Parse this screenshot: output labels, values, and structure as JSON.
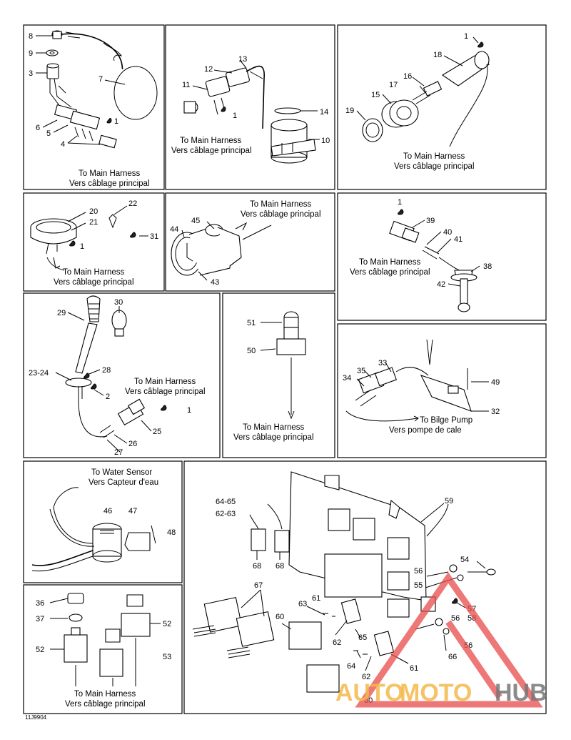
{
  "diagram_code": "11J9904",
  "captions": {
    "to_main_en": "To Main Harness",
    "to_main_fr": "Vers câblage principal",
    "to_bilge_en": "To Bilge Pump",
    "to_bilge_fr": "Vers pompe de cale",
    "to_water_en": "To Water Sensor",
    "to_water_fr": "Vers Capteur d'eau"
  },
  "part_numbers": {
    "p1": "1",
    "p2": "2",
    "p3": "3",
    "p4": "4",
    "p5": "5",
    "p6": "6",
    "p7": "7",
    "p8": "8",
    "p9": "9",
    "p10": "10",
    "p11": "11",
    "p12": "12",
    "p13": "13",
    "p14": "14",
    "p15": "15",
    "p16": "16",
    "p17": "17",
    "p18": "18",
    "p19": "19",
    "p20": "20",
    "p21": "21",
    "p22": "22",
    "p23_24": "23-24",
    "p25": "25",
    "p26": "26",
    "p27": "27",
    "p28": "28",
    "p29": "29",
    "p30": "30",
    "p31": "31",
    "p32": "32",
    "p33": "33",
    "p34": "34",
    "p35": "35",
    "p36": "36",
    "p37": "37",
    "p38": "38",
    "p39": "39",
    "p40": "40",
    "p41": "41",
    "p42": "42",
    "p43": "43",
    "p44": "44",
    "p45": "45",
    "p46": "46",
    "p47": "47",
    "p48": "48",
    "p49": "49",
    "p50": "50",
    "p51": "51",
    "p52": "52",
    "p53": "53",
    "p54": "54",
    "p55": "55",
    "p56": "56",
    "p57": "57",
    "p58": "58",
    "p59": "59",
    "p60": "60",
    "p61": "61",
    "p62": "62",
    "p62_63": "62-63",
    "p63": "63",
    "p64": "64",
    "p64_65": "64-65",
    "p65": "65",
    "p66": "66",
    "p67": "67",
    "p68": "68"
  },
  "watermark": {
    "part1": "AUTO",
    "part2": "MOTO",
    "part3": "HUB",
    "color_red": "#e84a4a",
    "color_orange": "#f4b84a",
    "color_gray": "#777777"
  }
}
